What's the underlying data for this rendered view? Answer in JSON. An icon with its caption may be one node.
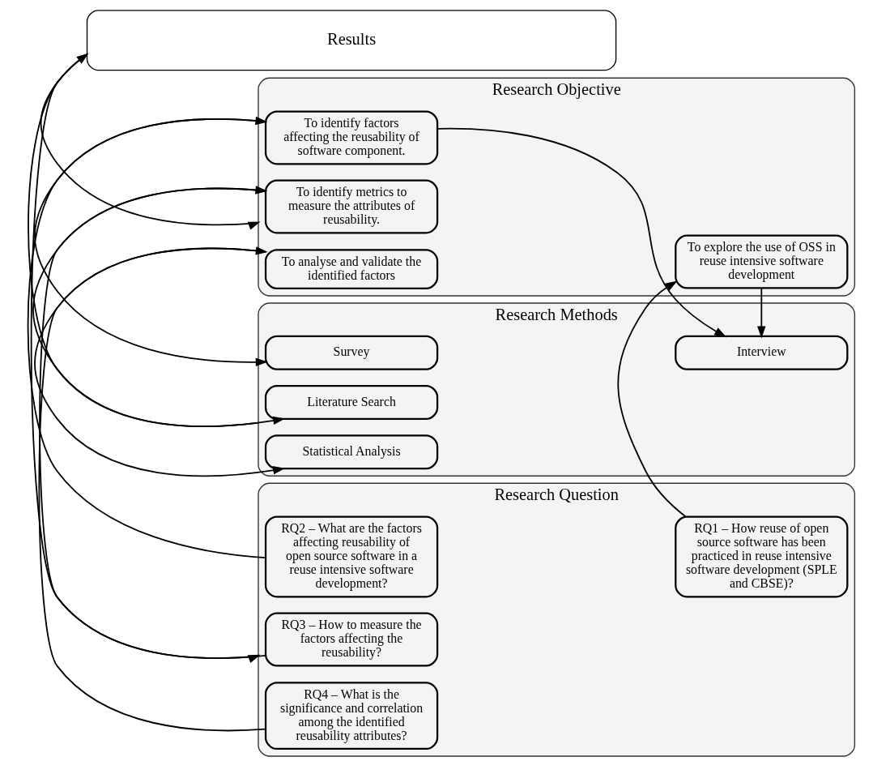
{
  "diagram": {
    "nodes": [
      {
        "text": [
          "Research Question"
        ]
      },
      {
        "text": [
          "Research Objective"
        ]
      },
      {
        "text": [
          "Research Methods"
        ]
      },
      {
        "text": [
          "RQ1 – How reuse of open source software has been practiced in reuse intensive software development (SPLE and CBSE)?"
        ],
        "in": 0
      },
      {
        "text": [
          "RQ2 – What are the factors affecting reusability of open source software in a reuse intensive software development?"
        ],
        "in": 0
      },
      {
        "text": [
          "RQ3 – How to measure the factors affecting the reusability?"
        ],
        "in": 0
      },
      {
        "text": [
          "RQ4 – What is the significance and correlation among the identified reusability attributes?"
        ],
        "in": 0
      },
      {
        "text": [
          "To explore the use of OSS in reuse intensive software development"
        ],
        "in": 1
      },
      {
        "text": [
          "To identify factors affecting the reusability of software component."
        ],
        "in": 1
      },
      {
        "text": [
          "To identify metrics to measure the attributes of reusability."
        ],
        "in": 1
      },
      {
        "text": [
          "To analyse and validate the identified factors"
        ],
        "in": 1
      },
      {
        "text": [
          "Interview"
        ],
        "in": 2
      },
      {
        "text": [
          "Survey"
        ],
        "in": 2
      },
      {
        "text": [
          "Literature Search"
        ],
        "in": 2
      },
      {
        "text": [
          "Statistical Analysis"
        ],
        "in": 2
      },
      {
        "text": [
          "Results"
        ]
      }
    ],
    "edges": [
      {
        "from": 3,
        "to": 7,
        "arrow": "to"
      },
      {
        "from": 4,
        "to": 8,
        "arrow": "to"
      },
      {
        "from": 5,
        "to": 9,
        "arrow": "to"
      },
      {
        "from": 6,
        "to": 10,
        "arrow": "to"
      },
      {
        "from": 7,
        "to": 11,
        "arrow": "to"
      },
      {
        "from": 8,
        "to": 11,
        "arrow": "to"
      },
      {
        "from": 8,
        "to": 12,
        "arrow": "to"
      },
      {
        "from": 9,
        "to": 13,
        "arrow": "to"
      },
      {
        "from": 10,
        "to": 14,
        "arrow": "to"
      },
      {
        "from": 15,
        "to": 0,
        "arrow": "to"
      },
      {
        "from": 15,
        "to": 1,
        "arrow": "to"
      },
      {
        "from": 2,
        "to": 15,
        "arrow": "to"
      }
    ]
  }
}
